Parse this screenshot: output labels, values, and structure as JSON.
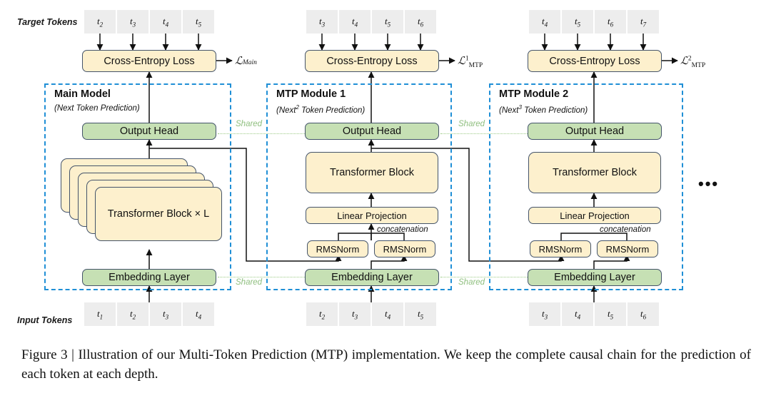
{
  "figure": {
    "row_labels": {
      "target": "Target Tokens",
      "input": "Input Tokens"
    },
    "target_token_rows": [
      [
        "t2",
        "t3",
        "t4",
        "t5"
      ],
      [
        "t3",
        "t4",
        "t5",
        "t6"
      ],
      [
        "t4",
        "t5",
        "t6",
        "t7"
      ]
    ],
    "input_token_rows": [
      [
        "t1",
        "t2",
        "t3",
        "t4"
      ],
      [
        "t2",
        "t3",
        "t4",
        "t5"
      ],
      [
        "t3",
        "t4",
        "t5",
        "t6"
      ]
    ],
    "loss_boxes": [
      "Cross-Entropy Loss",
      "Cross-Entropy Loss",
      "Cross-Entropy Loss"
    ],
    "loss_labels": [
      {
        "symbol": "L",
        "sub": "Main",
        "sup": ""
      },
      {
        "symbol": "L",
        "sub": "MTP",
        "sup": "1"
      },
      {
        "symbol": "L",
        "sub": "MTP",
        "sup": "2"
      }
    ],
    "modules": [
      {
        "title": "Main Model",
        "subtitle_pre": "(Next Token Prediction)",
        "subtitle_sup": ""
      },
      {
        "title": "MTP Module 1",
        "subtitle_pre": "(Next",
        "subtitle_sup": "2",
        "subtitle_post": " Token Prediction)"
      },
      {
        "title": "MTP Module 2",
        "subtitle_pre": "(Next",
        "subtitle_sup": "3",
        "subtitle_post": " Token Prediction)"
      }
    ],
    "blocks": {
      "output_head": "Output Head",
      "transformer_block_stack": "Transformer Block × L",
      "transformer_block": "Transformer Block",
      "linear_projection": "Linear Projection",
      "rmsnorm": "RMSNorm",
      "embedding_layer": "Embedding Layer"
    },
    "annotations": {
      "concatenation": "concatenation",
      "shared": "Shared",
      "ellipsis": "•••"
    },
    "colors": {
      "yellow_fill": "#fdf0cd",
      "green_fill": "#c6e0b4",
      "box_border": "#44546a",
      "dashed_blue": "#1f8fd6",
      "shared_green": "#9ccb86",
      "token_gray": "#ededed"
    }
  },
  "caption": {
    "text": "Figure 3 | Illustration of our Multi-Token Prediction (MTP) implementation. We keep the complete causal chain for the prediction of each token at each depth."
  }
}
